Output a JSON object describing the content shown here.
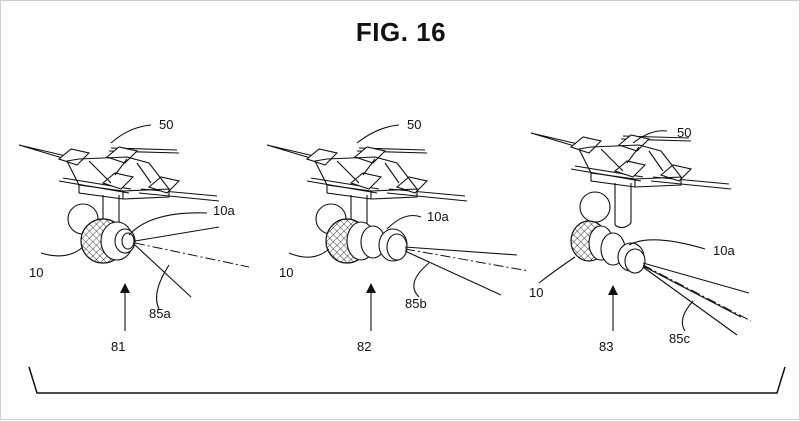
{
  "figure": {
    "title": "FIG. 16"
  },
  "panels": [
    {
      "device_label": "10",
      "part_label": "10a",
      "drone_label": "50",
      "beam_label": "85a",
      "config_label": "81"
    },
    {
      "device_label": "10",
      "part_label": "10a",
      "drone_label": "50",
      "beam_label": "85b",
      "config_label": "82"
    },
    {
      "device_label": "10",
      "part_label": "10a",
      "drone_label": "50",
      "beam_label": "85c",
      "config_label": "83"
    }
  ]
}
